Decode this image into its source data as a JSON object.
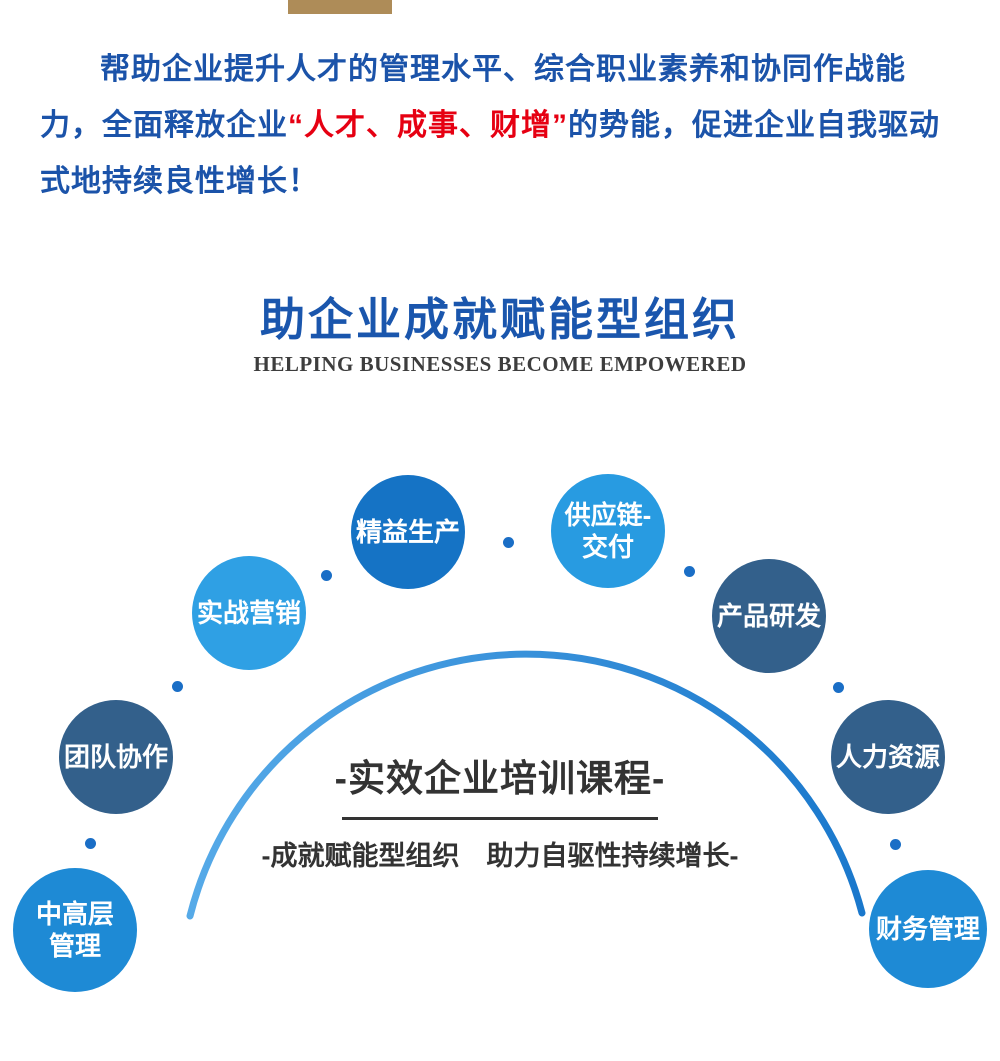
{
  "accent": {
    "top_bar_color": "#ae8c58"
  },
  "intro": {
    "part1": "帮助企业提升人才的管理水平、综合职业素养和协同作战能力，全面释放企业",
    "highlight": "“人才、成事、财增”",
    "part2": "的势能，促进企业自我驱动式地持续良性增长！",
    "text_color": "#1b53a9",
    "highlight_color": "#e60012"
  },
  "heading": {
    "title": "助企业成就赋能型组织",
    "subtitle": "HELPING BUSINESSES BECOME EMPOWERED",
    "title_color": "#1a56ad"
  },
  "diagram": {
    "center_title": "-实效企业培训课程-",
    "center_subtitle": "-成就赋能型组织　助力自驱性持续增长-",
    "arc_colors": [
      "#56aae8",
      "#1a78cc"
    ],
    "dot_color": "#1a6ec6",
    "nodes": [
      {
        "label": "中高层\n管理",
        "color": "#1e8ad5"
      },
      {
        "label": "团队协作",
        "color": "#33608b"
      },
      {
        "label": "实战营销",
        "color": "#2fa0e4"
      },
      {
        "label": "精益生产",
        "color": "#1573c5"
      },
      {
        "label": "供应链-\n交付",
        "color": "#289be1"
      },
      {
        "label": "产品研发",
        "color": "#33608b"
      },
      {
        "label": "人力资源",
        "color": "#33608b"
      },
      {
        "label": "财务管理",
        "color": "#1e8ad5"
      }
    ]
  }
}
